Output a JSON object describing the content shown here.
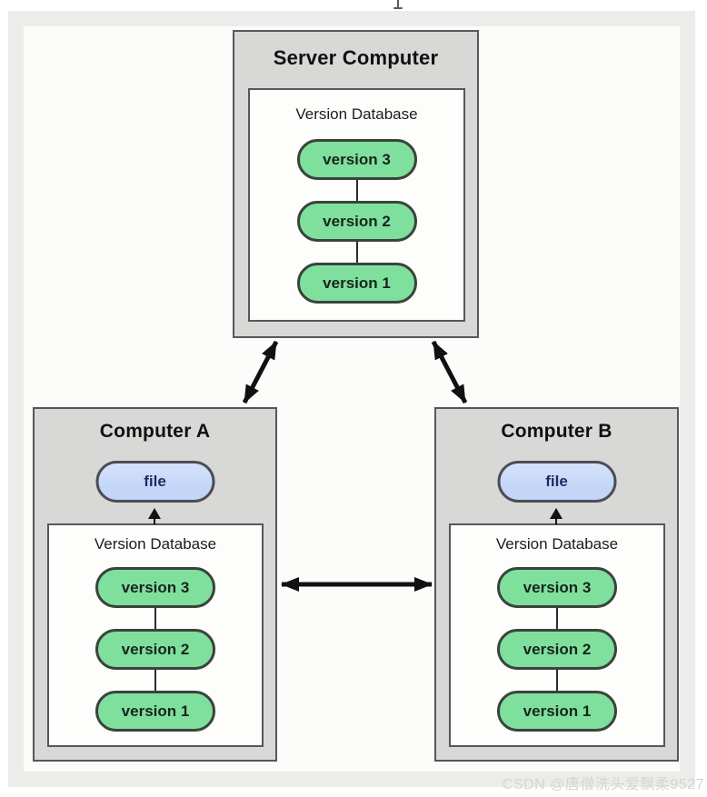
{
  "colors": {
    "frame": "#ececea",
    "inner_bg": "#fcfcfb",
    "panel_fill": "#d8d8d6",
    "panel_border": "#57575a",
    "inner_fill": "#fdfdfc",
    "green": "#7fe09e",
    "green_border": "#3a443c",
    "blue": "#c3d6f7",
    "blue_border": "#4d4d55",
    "arrow": "#111111",
    "watermark_color": "#d5d5d3"
  },
  "server": {
    "title": "Server Computer",
    "database": {
      "label": "Version Database",
      "versions": [
        "version 3",
        "version 2",
        "version 1"
      ]
    }
  },
  "computer_a": {
    "title": "Computer A",
    "file_label": "file",
    "database": {
      "label": "Version Database",
      "versions": [
        "version 3",
        "version 2",
        "version 1"
      ]
    }
  },
  "computer_b": {
    "title": "Computer B",
    "file_label": "file",
    "database": {
      "label": "Version Database",
      "versions": [
        "version 3",
        "version 2",
        "version 1"
      ]
    }
  },
  "watermark": "CSDN @唐僧洗头爱飘柔9527"
}
